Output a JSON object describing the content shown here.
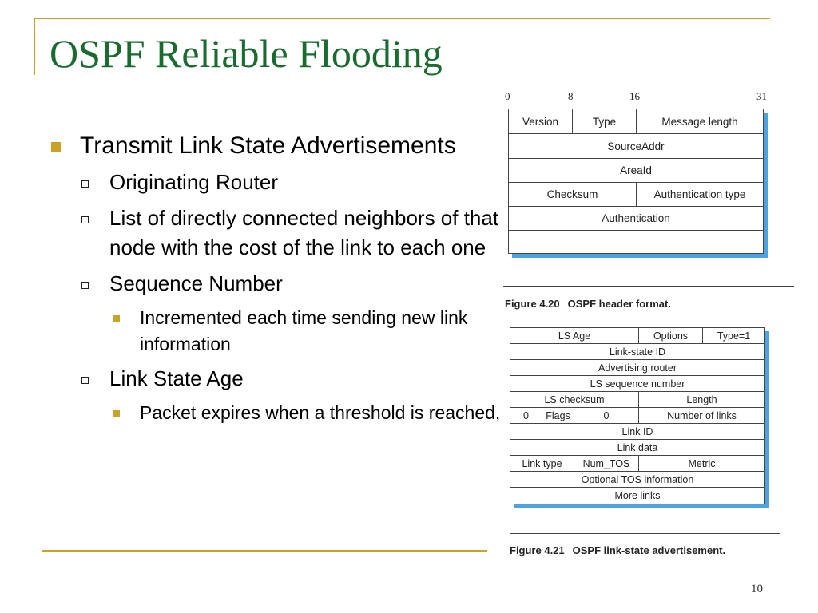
{
  "slide": {
    "title": "OSPF Reliable Flooding",
    "page_number": "10"
  },
  "bullets": {
    "main": "Transmit Link State Advertisements",
    "originating_router": "Originating Router",
    "neighbors": "List of directly connected neighbors of that node with the cost of the link to each one",
    "sequence_number": "Sequence Number",
    "incremented": "Incremented each time sending new link information",
    "link_state_age": "Link State Age",
    "packet_expires": "Packet expires when a threshold is reached,"
  },
  "figure_420": {
    "ruler": [
      "0",
      "8",
      "16",
      "31"
    ],
    "rows": [
      [
        "Version",
        "Type",
        "Message length"
      ],
      [
        "SourceAddr"
      ],
      [
        "AreaId"
      ],
      [
        "Checksum",
        "Authentication type"
      ],
      [
        "Authentication"
      ],
      [
        ""
      ]
    ],
    "caption_number": "Figure 4.20",
    "caption_text": "OSPF header format."
  },
  "figure_421": {
    "rows": [
      [
        "LS Age",
        "Options",
        "Type=1"
      ],
      [
        "Link-state ID"
      ],
      [
        "Advertising router"
      ],
      [
        "LS sequence number"
      ],
      [
        "LS checksum",
        "Length"
      ],
      [
        "0",
        "Flags",
        "0",
        "Number of links"
      ],
      [
        "Link ID"
      ],
      [
        "Link data"
      ],
      [
        "Link type",
        "Num_TOS",
        "Metric"
      ],
      [
        "Optional TOS information"
      ],
      [
        "More links"
      ]
    ],
    "caption_number": "Figure 4.21",
    "caption_text": "OSPF link-state advertisement."
  },
  "colors": {
    "title": "#1a6b30",
    "accent_gold": "#c9a227",
    "figure_shadow": "#4da3df"
  }
}
